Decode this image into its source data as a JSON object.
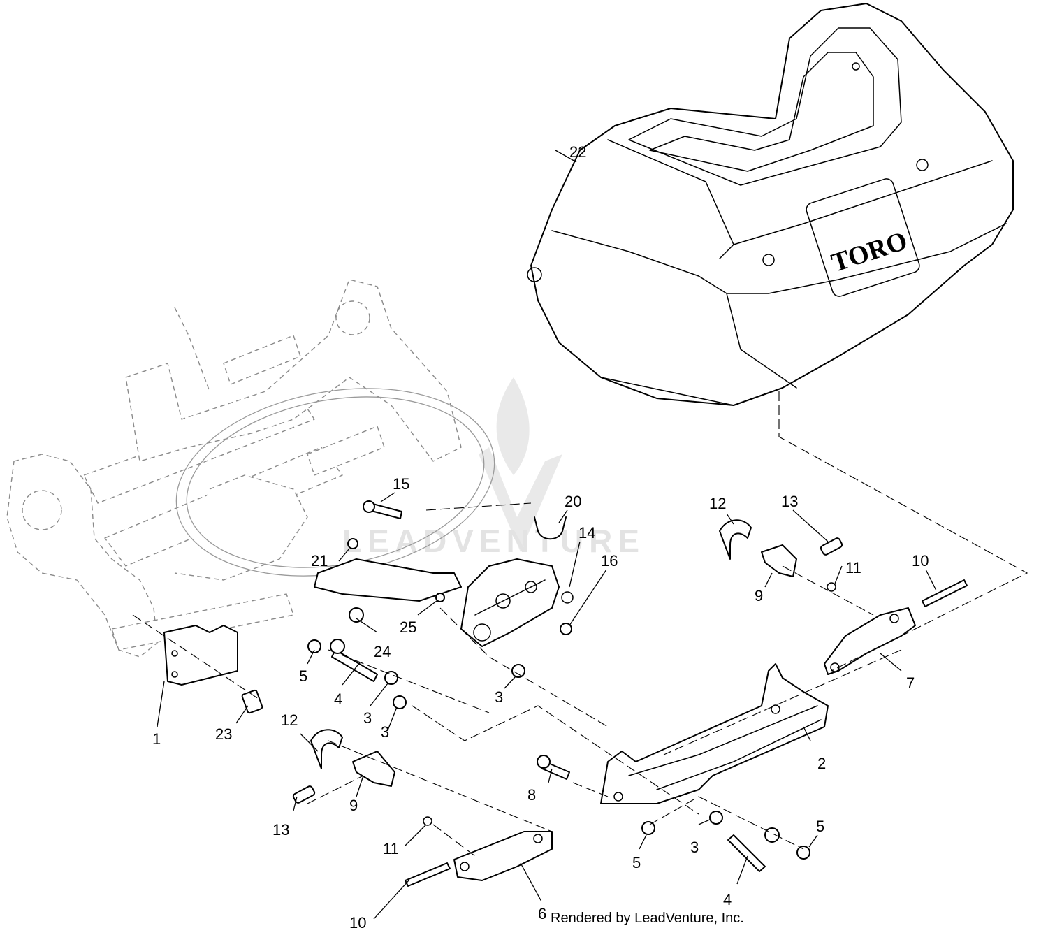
{
  "callouts": [
    "1",
    "2",
    "3",
    "3",
    "3",
    "3",
    "4",
    "4",
    "5",
    "5",
    "5",
    "6",
    "7",
    "8",
    "9",
    "9",
    "10",
    "10",
    "11",
    "11",
    "12",
    "12",
    "13",
    "13",
    "14",
    "15",
    "16",
    "20",
    "21",
    "22",
    "23",
    "24",
    "25"
  ],
  "labels": {
    "c1": "1",
    "c2": "2",
    "c3a": "3",
    "c3b": "3",
    "c3c": "3",
    "c3d": "3",
    "c4a": "4",
    "c4b": "4",
    "c5a": "5",
    "c5b": "5",
    "c5c": "5",
    "c6": "6",
    "c7": "7",
    "c8": "8",
    "c9a": "9",
    "c9b": "9",
    "c10a": "10",
    "c10b": "10",
    "c11a": "11",
    "c11b": "11",
    "c12a": "12",
    "c12b": "12",
    "c13a": "13",
    "c13b": "13",
    "c14": "14",
    "c15": "15",
    "c16": "16",
    "c20": "20",
    "c21": "21",
    "c22": "22",
    "c23": "23",
    "c24": "24",
    "c25": "25"
  },
  "logo": "TORO",
  "watermark": "LEADVENTURE",
  "credit": "Rendered by LeadVenture, Inc."
}
